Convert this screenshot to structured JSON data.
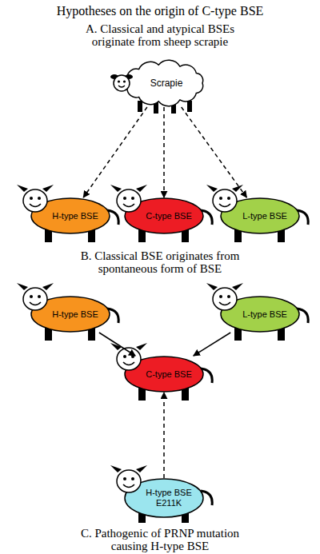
{
  "diagram": {
    "title": "Hypotheses on the origin of C-type BSE",
    "nodes": [
      {
        "text": [
          "Scrapie"
        ]
      },
      {
        "text": [
          "H-type BSE"
        ]
      },
      {
        "text": [
          "C-type BSE"
        ]
      },
      {
        "text": [
          "L-type BSE"
        ]
      },
      {
        "text": [
          "H-type BSE"
        ]
      },
      {
        "text": [
          "L-type BSE"
        ]
      },
      {
        "text": [
          "C-type BSE"
        ]
      },
      {
        "text": [
          "H-type BSE E211K"
        ]
      }
    ],
    "edges": [
      {
        "from": 0,
        "to": 1,
        "arrow": "to"
      },
      {
        "from": 0,
        "to": 2,
        "arrow": "to"
      },
      {
        "from": 0,
        "to": 3,
        "arrow": "to"
      },
      {
        "from": 4,
        "to": 6,
        "arrow": "to"
      },
      {
        "from": 5,
        "to": 6,
        "arrow": "to"
      },
      {
        "from": 7,
        "to": 6,
        "arrow": "to"
      }
    ],
    "labels": [
      "A. Classical and atypical BSEs originate from sheep scrapie",
      "B. Classical BSE originates from spontaneous form of BSE",
      "C. Pathogenic of PRNP mutation causing H-type BSE"
    ]
  }
}
